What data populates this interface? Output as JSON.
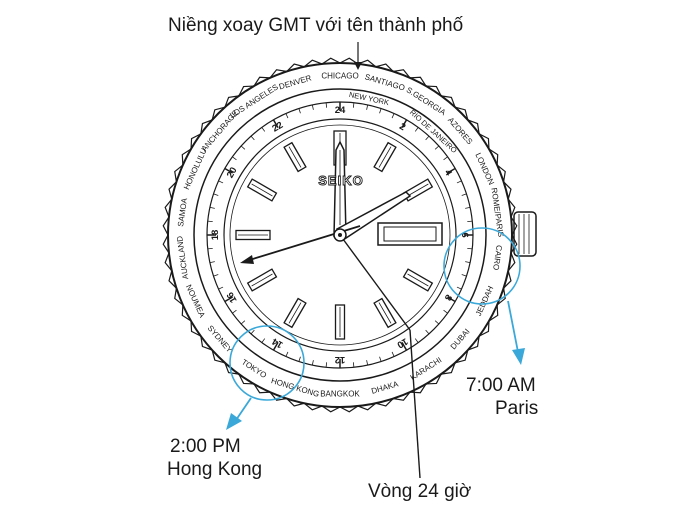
{
  "callouts": {
    "bezel": "Niềng xoay GMT với tên thành phố",
    "paris_time": "7:00 AM",
    "paris_city": "Paris",
    "hk_time": "2:00 PM",
    "hk_city": "Hong Kong",
    "ring_24": "Vòng 24 giờ"
  },
  "brand": "SEIKO",
  "bezel_cities": [
    "CHICAGO",
    "SANTIAGO",
    "S.GEORGIA",
    "AZORES",
    "LONDON",
    "ROME/PARIS",
    "CAIRO",
    "JEDDAH",
    "DUBAI",
    "KARACHI",
    "DHAKA",
    "BANGKOK",
    "HONG KONG",
    "TOKYO",
    "SYDNEY",
    "NOUMEA",
    "AUCKLAND",
    "SAMOA",
    "HONOLULU",
    "ANCHORAGE",
    "LOS ANGELES",
    "DENVER"
  ],
  "inner_cities": [
    "NEW YORK",
    "RIO DE JANEIRO"
  ],
  "hour_ring_labels": [
    "24",
    "2",
    "4",
    "6",
    "8",
    "10",
    "12",
    "14",
    "16",
    "18",
    "20",
    "22"
  ],
  "colors": {
    "ink": "#1a1a1a",
    "highlight": "#3aa8d8"
  }
}
